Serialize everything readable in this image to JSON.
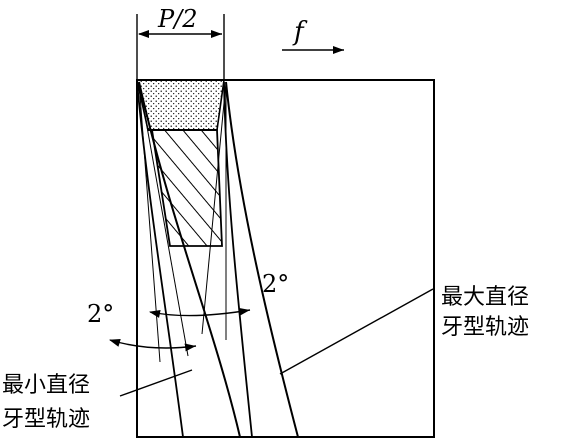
{
  "labels": {
    "pitch_half": "P/2",
    "feed": "f",
    "angle_left": "2°",
    "angle_right": "2°",
    "max_line1": "最大直径",
    "max_line2": "牙型轨迹",
    "min_line1": "最小直径",
    "min_line2": "牙型轨迹"
  },
  "colors": {
    "ink": "#000000",
    "paper": "#ffffff"
  }
}
